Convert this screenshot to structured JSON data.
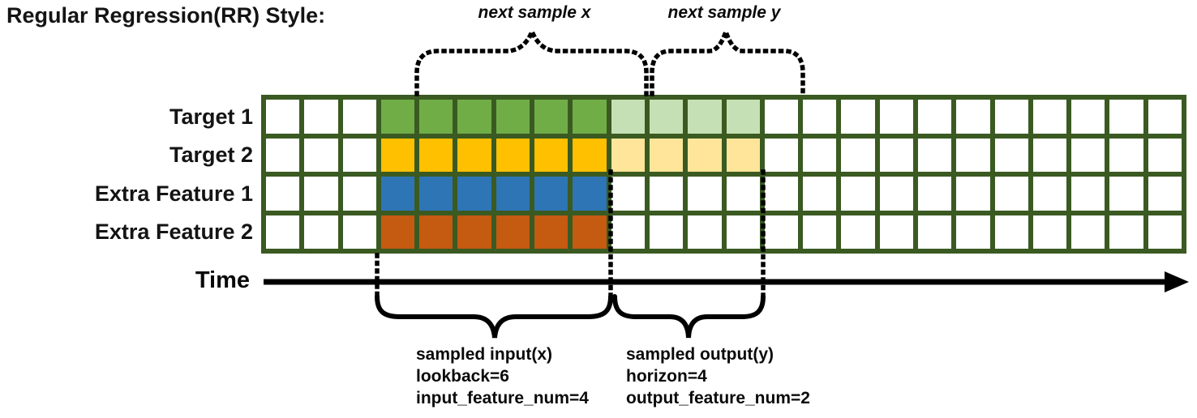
{
  "page": {
    "title": "Regular Regression(RR) Style:"
  },
  "braces": {
    "next_sample_x": "next sample x",
    "next_sample_y": "next sample y"
  },
  "timeline": {
    "label": "Time"
  },
  "sample_info": {
    "input": {
      "lines": [
        "sampled input(x)",
        "lookback=6",
        "input_feature_num=4"
      ]
    },
    "output": {
      "lines": [
        "sampled output(y)",
        "horizon=4",
        "output_feature_num=2"
      ]
    }
  },
  "colors": {
    "grid_line": "#3A5A22",
    "target1_input": "#70AD47",
    "target1_output": "#C5E0B4",
    "target2_input": "#FFC000",
    "target2_output": "#FFE599",
    "extra_feature1_input": "#2E75B6",
    "extra_feature2_input": "#C55A11",
    "empty_cell": "#FFFFFF",
    "annotation": "#000000"
  },
  "grid": {
    "columns": 24,
    "rows": [
      {
        "label": "Target 1",
        "segments": [
          {
            "count": 3,
            "color": "#FFFFFF"
          },
          {
            "count": 6,
            "color": "#70AD47"
          },
          {
            "count": 4,
            "color": "#C5E0B4"
          },
          {
            "count": 11,
            "color": "#FFFFFF"
          }
        ]
      },
      {
        "label": "Target 2",
        "segments": [
          {
            "count": 3,
            "color": "#FFFFFF"
          },
          {
            "count": 6,
            "color": "#FFC000"
          },
          {
            "count": 4,
            "color": "#FFE599"
          },
          {
            "count": 11,
            "color": "#FFFFFF"
          }
        ]
      },
      {
        "label": "Extra Feature 1",
        "segments": [
          {
            "count": 3,
            "color": "#FFFFFF"
          },
          {
            "count": 6,
            "color": "#2E75B6"
          },
          {
            "count": 15,
            "color": "#FFFFFF"
          }
        ]
      },
      {
        "label": "Extra Feature 2",
        "segments": [
          {
            "count": 3,
            "color": "#FFFFFF"
          },
          {
            "count": 6,
            "color": "#C55A11"
          },
          {
            "count": 15,
            "color": "#FFFFFF"
          }
        ]
      }
    ]
  }
}
